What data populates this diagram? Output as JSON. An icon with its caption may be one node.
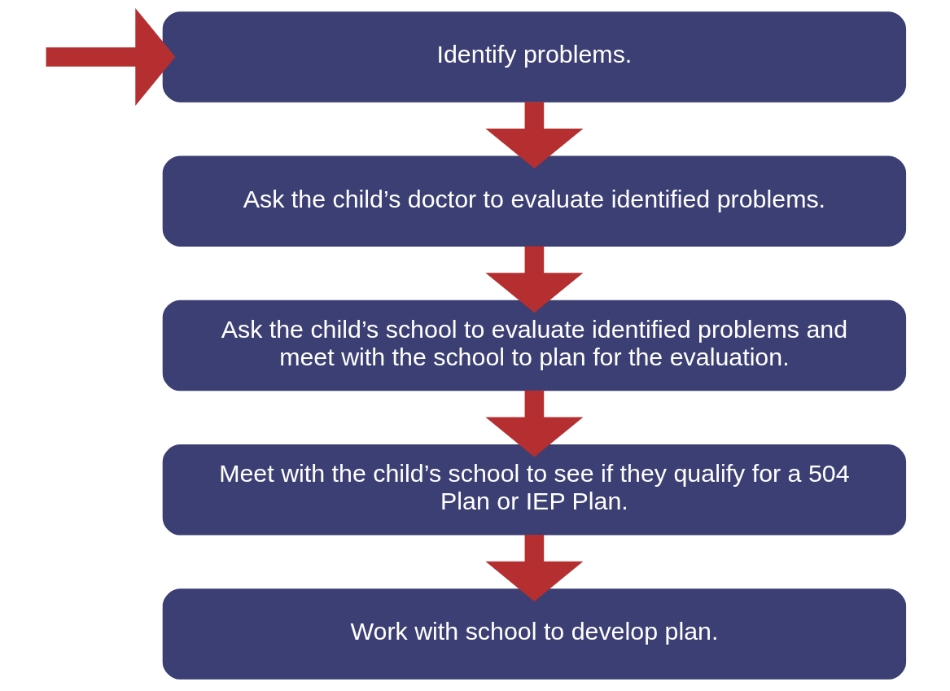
{
  "diagram": {
    "nodes": [
      {
        "text": [
          "Identify problems."
        ]
      },
      {
        "text": [
          "Ask the child’s doctor to evaluate identified problems."
        ]
      },
      {
        "text": [
          "Ask the child’s school to evaluate identified problems and meet with the school to plan for the evaluation."
        ]
      },
      {
        "text": [
          "Meet with the child’s school to see if they qualify for a 504 Plan or IEP Plan."
        ]
      },
      {
        "text": [
          "Work with school to develop plan."
        ]
      }
    ],
    "edges": [
      {
        "from": null,
        "to": 0,
        "arrow": "to"
      },
      {
        "from": 0,
        "to": 1,
        "arrow": "to"
      },
      {
        "from": 1,
        "to": 2,
        "arrow": "to"
      },
      {
        "from": 2,
        "to": 3,
        "arrow": "to"
      },
      {
        "from": 3,
        "to": 4,
        "arrow": "to"
      }
    ]
  }
}
